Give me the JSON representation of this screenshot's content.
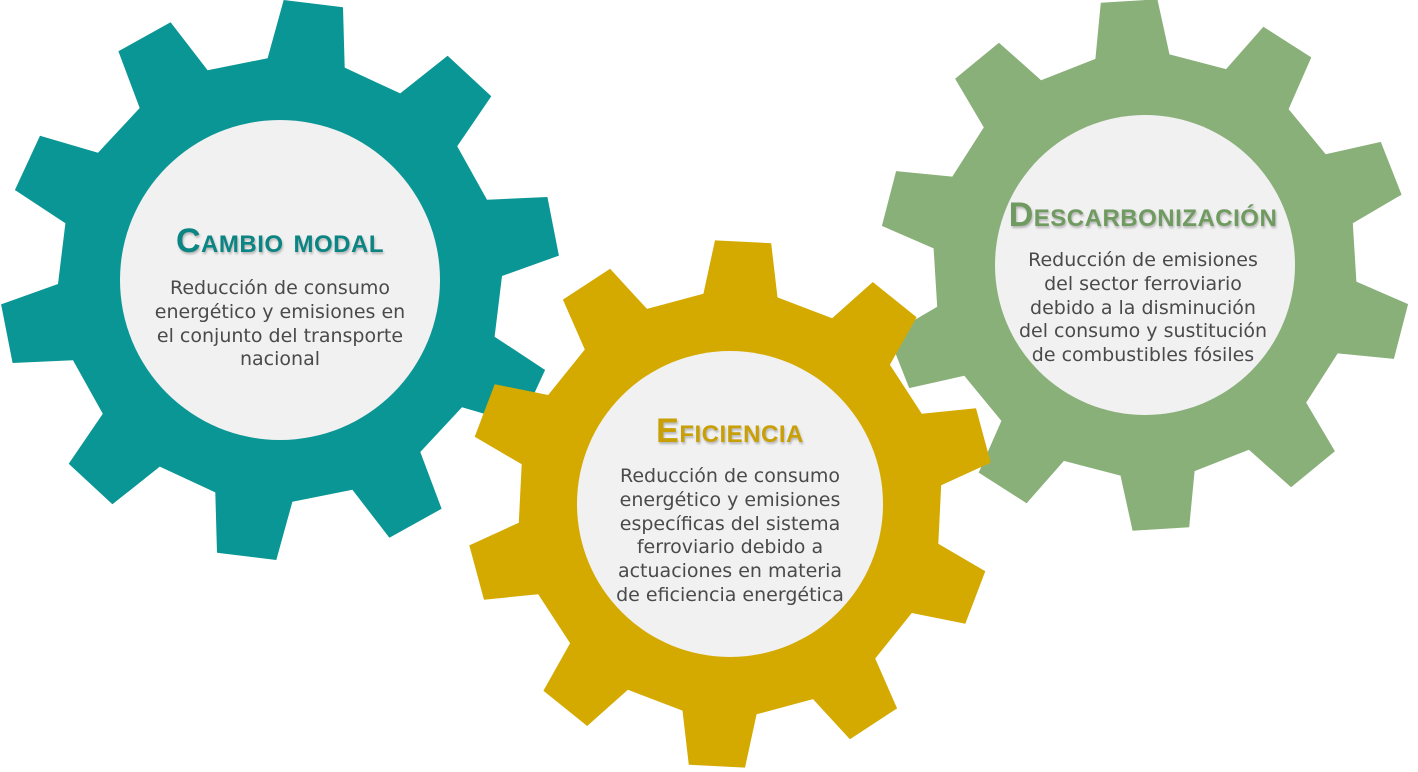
{
  "gears": [
    {
      "id": "cambio-modal",
      "title": "Cambio modal",
      "description": "Reducción de consumo energético y emisiones en el conjunto del transporte nacional",
      "gear_color": "#0a9694",
      "title_color": "#0a8583",
      "inner_color": "#f1f1f1"
    },
    {
      "id": "eficiencia",
      "title": "Eficiencia",
      "description": "Reducción de consumo energético y emisiones específicas del sistema ferroviario debido a actuaciones en materia de eficiencia energética",
      "gear_color": "#d4aa00",
      "title_color": "#c99f06",
      "inner_color": "#f1f1f1"
    },
    {
      "id": "descarbonizacion",
      "title": "Descarbonización",
      "description": "Reducción de emisiones del sector ferroviario debido a la disminución del consumo y sustitución de combustibles fósiles",
      "gear_color": "#8ab07a",
      "title_color": "#6f9a60",
      "inner_color": "#f1f1f1"
    }
  ]
}
